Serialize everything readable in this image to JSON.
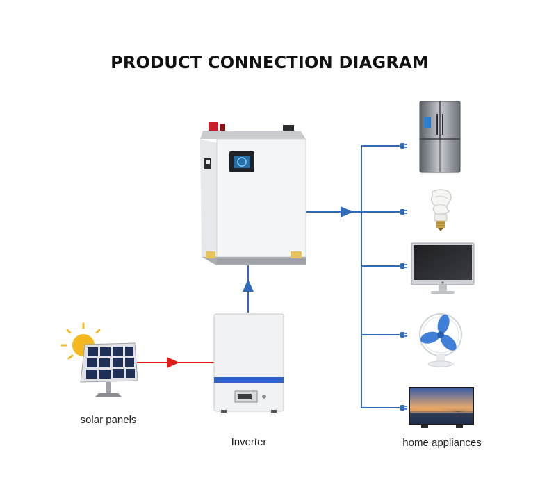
{
  "title": "PRODUCT CONNECTION DIAGRAM",
  "labels": {
    "solar": "solar panels",
    "inverter": "Inverter",
    "appliances": "home appliances"
  },
  "colors": {
    "line_blue": "#2f6bb8",
    "line_red": "#e01c1c",
    "inverter_stripe": "#2f62c9",
    "battery_body": "#f3f4f6",
    "battery_trim": "#b7b9bd"
  },
  "appliance_icons": [
    "refrigerator-icon",
    "light-bulb-icon",
    "monitor-icon",
    "fan-icon",
    "tv-icon"
  ]
}
